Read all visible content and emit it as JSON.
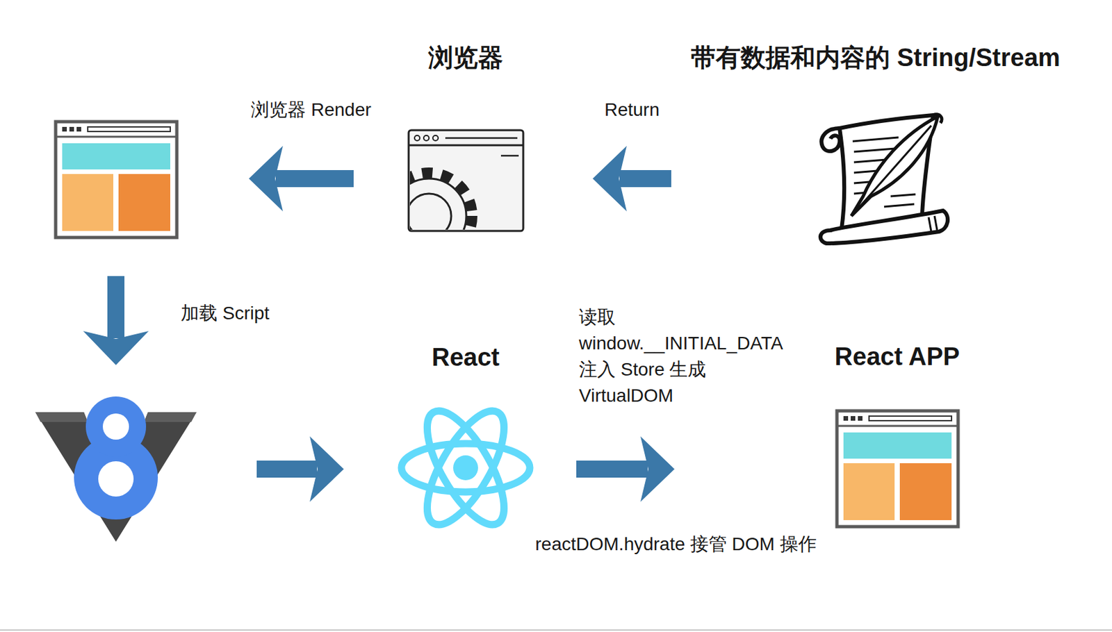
{
  "diagram": {
    "nodes": [
      {
        "text": []
      },
      {
        "text": [
          "浏览器"
        ]
      },
      {
        "text": [
          "带有数据和内容的 String/Stream"
        ]
      },
      {
        "text": []
      },
      {
        "text": [
          "React"
        ]
      },
      {
        "text": [
          "React APP"
        ]
      }
    ],
    "edges": [
      {
        "from": 2,
        "to": 1,
        "arrow": "to",
        "label": "Return"
      },
      {
        "from": 1,
        "to": 0,
        "arrow": "to",
        "label": "浏览器 Render"
      },
      {
        "from": 0,
        "to": 3,
        "arrow": "to",
        "label": "加载 Script"
      },
      {
        "from": 3,
        "to": 4,
        "arrow": "to"
      },
      {
        "from": 4,
        "to": 5,
        "arrow": "to",
        "label": "读取 window.__INITIAL_DATA 注入 Store 生成 VirtualDOM"
      }
    ],
    "labels": [
      "reactDOM.hydrate 接管 DOM 操作"
    ]
  }
}
